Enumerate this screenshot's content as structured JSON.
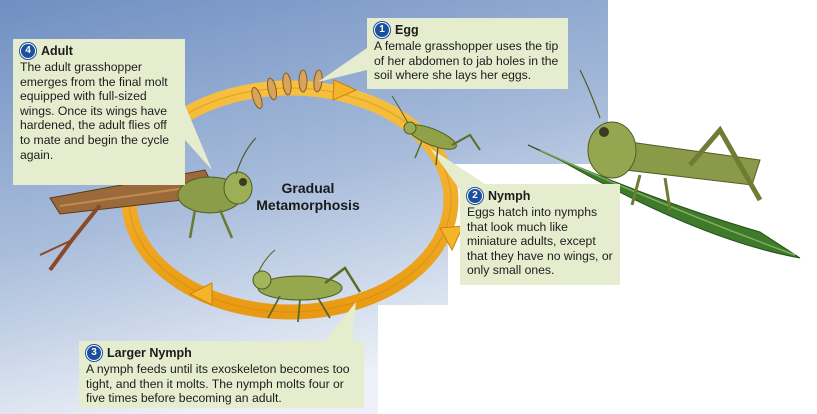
{
  "center_label": [
    "Gradual",
    "Metamorphosis"
  ],
  "steps": [
    {
      "number": "1",
      "title": "Egg",
      "text": "A female grasshopper uses the tip of her abdomen to jab holes in the soil where she lays her eggs."
    },
    {
      "number": "2",
      "title": "Nymph",
      "text": "Eggs hatch into nymphs that look much like miniature adults, except that they have no wings, or only small ones."
    },
    {
      "number": "3",
      "title": "Larger Nymph",
      "text": "A nymph feeds until its exoskeleton becomes too tight, and then it molts. The nymph molts four or five times before becoming an adult."
    },
    {
      "number": "4",
      "title": "Adult",
      "text": "The adult grasshopper emerges from the final molt equipped with full-sized wings. Once its wings have hardened, the adult flies off to mate and begin the cycle again."
    }
  ],
  "colors": {
    "background": "#8fa9cf",
    "arrow": "#f2a91f",
    "callout": "#e6ecce",
    "number_badge": "#1c4f9c",
    "grasshopper": "#8a9b4a"
  }
}
